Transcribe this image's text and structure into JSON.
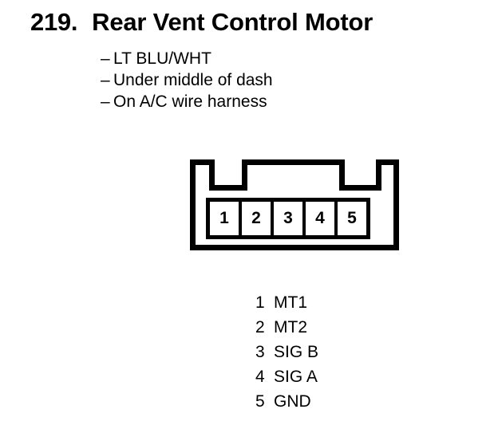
{
  "page": {
    "background_color": "#ffffff",
    "ink_color": "#000000"
  },
  "title": {
    "number": "219.",
    "text": "Rear Vent Control Motor"
  },
  "specs": [
    {
      "dash": "–",
      "label": "LT BLU/WHT"
    },
    {
      "dash": "–",
      "label": "Under middle of dash"
    },
    {
      "dash": "–",
      "label": "On A/C wire harness"
    }
  ],
  "connector": {
    "pins": [
      {
        "number": "1"
      },
      {
        "number": "2"
      },
      {
        "number": "3"
      },
      {
        "number": "4"
      },
      {
        "number": "5"
      }
    ]
  },
  "legend": [
    {
      "number": "1",
      "label": "MT1"
    },
    {
      "number": "2",
      "label": "MT2"
    },
    {
      "number": "3",
      "label": "SIG B"
    },
    {
      "number": "4",
      "label": "SIG A"
    },
    {
      "number": "5",
      "label": "GND"
    }
  ]
}
